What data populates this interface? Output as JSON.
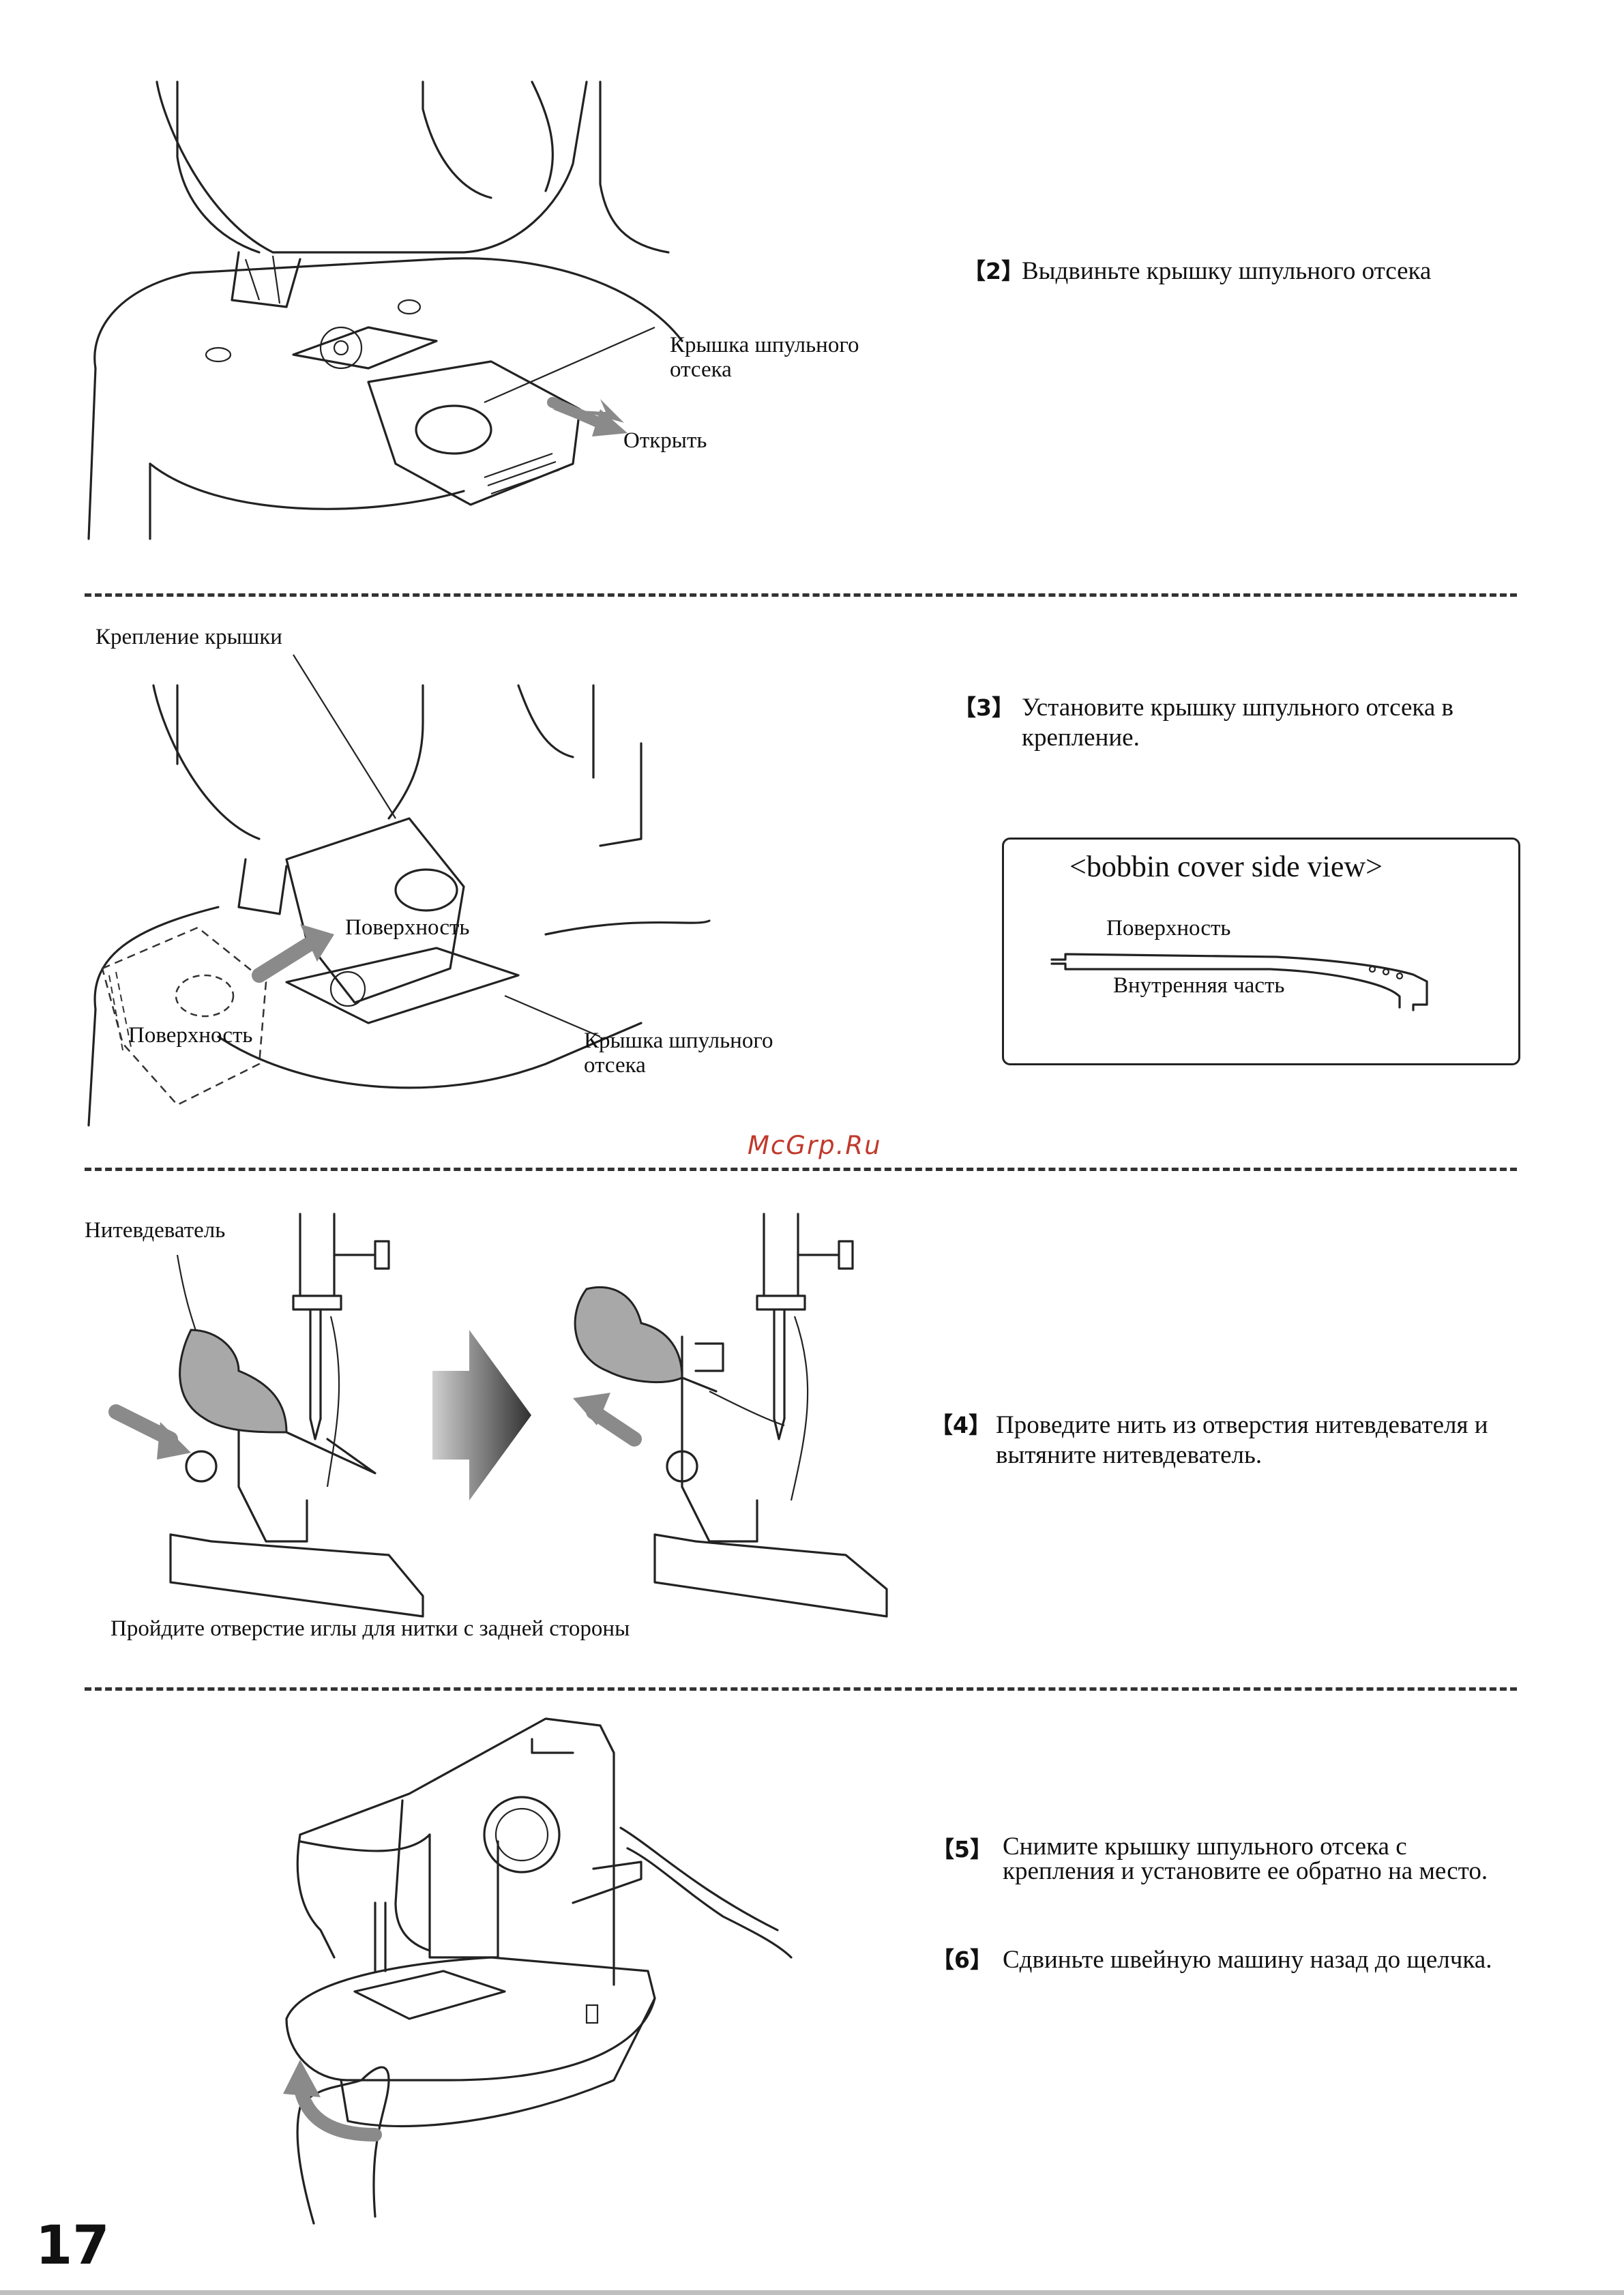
{
  "steps": [
    {
      "num": "【2】",
      "text": "Выдвиньте крышку шпульного отсека"
    },
    {
      "num": "【3】",
      "text_l1": "Установите крышку шпульного отсека в",
      "text_l2": "крепление."
    },
    {
      "num": "【4】",
      "text_l1": "Проведите нить из отверстия нитевдевателя и",
      "text_l2": "вытяните нитевдеватель."
    },
    {
      "num": "【5】",
      "text_l1": "Снимите крышку шпульного отсека с",
      "text_l2": "крепления и установите ее обратно на место."
    },
    {
      "num": "【6】",
      "text": "Сдвиньте швейную машину назад до щелчка."
    }
  ],
  "fig1": {
    "cover_label_l1": "Крышка шпульного",
    "cover_label_l2": "отсека",
    "open_label": "Открыть"
  },
  "fig2": {
    "mount_label": "Крепление крышки",
    "surface_label": "Поверхность",
    "surface_label_2": "Поверхность",
    "cover_label_l1": "Крышка шпульного",
    "cover_label_l2": "отсека"
  },
  "side_view": {
    "title": "<bobbin cover side view>",
    "surface": "Поверхность",
    "inner": "Внутренняя часть"
  },
  "fig3": {
    "threader_label": "Нитевдеватель",
    "caption": "Пройдите отверстие иглы для нитки с задней стороны"
  },
  "watermark": "McGrp.Ru",
  "page_number": "17",
  "colors": {
    "arrow_gray": "#8a8a8a",
    "watermark": "#c0392b"
  }
}
